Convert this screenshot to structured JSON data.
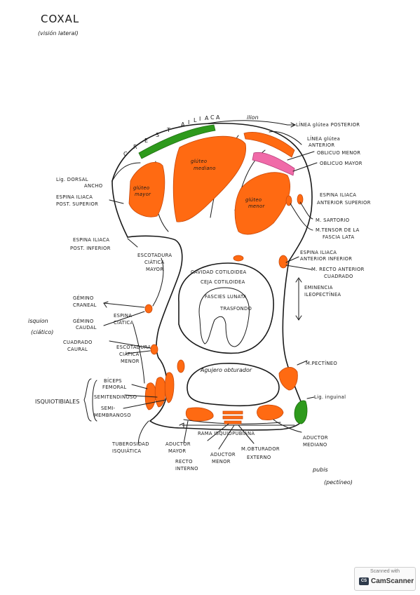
{
  "title": "COXAL",
  "subtitle": "(visión lateral)",
  "crest": [
    "C",
    "R",
    "E",
    "S",
    "T",
    "A",
    "I",
    "L",
    "I",
    "A",
    "C",
    "A"
  ],
  "labels": {
    "ilion": "ilion",
    "linea_glutea_post": "LÍNEA glútea POSTERIOR",
    "linea_glutea_ant_1": "LÍNEA glútea",
    "linea_glutea_ant_2": "ANTERIOR",
    "oblicuo_menor": "OBLICUO MENOR",
    "oblicuo_mayor": "OBLICUO MAYOR",
    "dorsal_1": "Lig. DORSAL",
    "dorsal_2": "ANCHO",
    "eips_1": "ESPINA ILIACA",
    "eips_2": "POST. SUPERIOR",
    "glut_mayor_1": "glúteo",
    "glut_mayor_2": "mayor",
    "glut_medio_1": "glúteo",
    "glut_medio_2": "mediano",
    "glut_menor_1": "glúteo",
    "glut_menor_2": "menor",
    "eias_1": "ESPINA ILIACA",
    "eias_2": "ANTERIOR SUPERIOR",
    "sartorio": "M. SARTORIO",
    "tensor_1": "M.TENSOR DE LA",
    "tensor_2": "FASCIA LATA",
    "eipi_1": "ESPINA ILIACA",
    "eipi_2": "POST. INFERIOR",
    "escot_mayor_1": "ESCOTADURA",
    "escot_mayor_2": "CIÁTICA",
    "escot_mayor_3": "MAYOR",
    "cavidad": "CAVIDAD COTILOIDEA",
    "ceja": "CEJA COTILOIDEA",
    "fascies": "FASCIES LUNATA",
    "trasfondo": "TRASFONDO",
    "eiai_1": "ESPINA ILIACA",
    "eiai_2": "ANTERIOR INFERIOR",
    "recto_ant_1": "M. RECTO ANTERIOR",
    "recto_ant_2": "CUADRADO",
    "eminencia_1": "EMINENCIA",
    "eminencia_2": "ILEOPECTÍNEA",
    "gemino_craneal_1": "GÉMINO",
    "gemino_craneal_2": "CRANEAL",
    "espina_ciatica_1": "ESPINA",
    "espina_ciatica_2": "CIÁTICA",
    "isquion": "isquion",
    "ciatico": "(ciático)",
    "gemino_caudal_1": "GÉMINO",
    "gemino_caudal_2": "CAUDAL",
    "cuadrado_1": "CUADRADO",
    "cuadrado_2": "CAURAL",
    "escot_menor_1": "ESCOTADURA",
    "escot_menor_2": "CIÁTICA",
    "escot_menor_3": "MENOR",
    "pectineo_m": "M.PECTÍNEO",
    "agujero": "Agujero obturador",
    "biceps_1": "BÍCEPS",
    "biceps_2": "FEMORAL",
    "semitendinoso": "SEMITENDINOSO",
    "isquiotibiales": "ISQUIOTIBIALES",
    "semimem_1": "SEMI-",
    "semimem_2": "MEMBRANOSO",
    "lig_inguinal": "Lig. inguinal",
    "rama": "RAMA ISQUIOPUBIANA",
    "tuberosidad_1": "TUBEROSIDAD",
    "tuberosidad_2": "ISQUIÁTICA",
    "aductor_mayor_1": "ADUCTOR",
    "aductor_mayor_2": "MAYOR",
    "recto_interno_1": "RECTO",
    "recto_interno_2": "INTERNO",
    "aductor_menor_1": "ADUCTOR",
    "aductor_menor_2": "MENOR",
    "obturador_ext_1": "M.OBTURADOR",
    "obturador_ext_2": "EXTERNO",
    "aductor_mediano_1": "ADUCTOR",
    "aductor_mediano_2": "MEDIANO",
    "pubis_1": "pubis",
    "pubis_2": "(pectíneo)"
  },
  "badge": {
    "line1": "Scanned with",
    "logo": "CS",
    "line2": "CamScanner"
  },
  "colors": {
    "muscle_origin": "#ff6a12",
    "green_insertion": "#2e9a1c",
    "pink_insertion": "#f06aa8",
    "ink": "#1a1a1a"
  }
}
